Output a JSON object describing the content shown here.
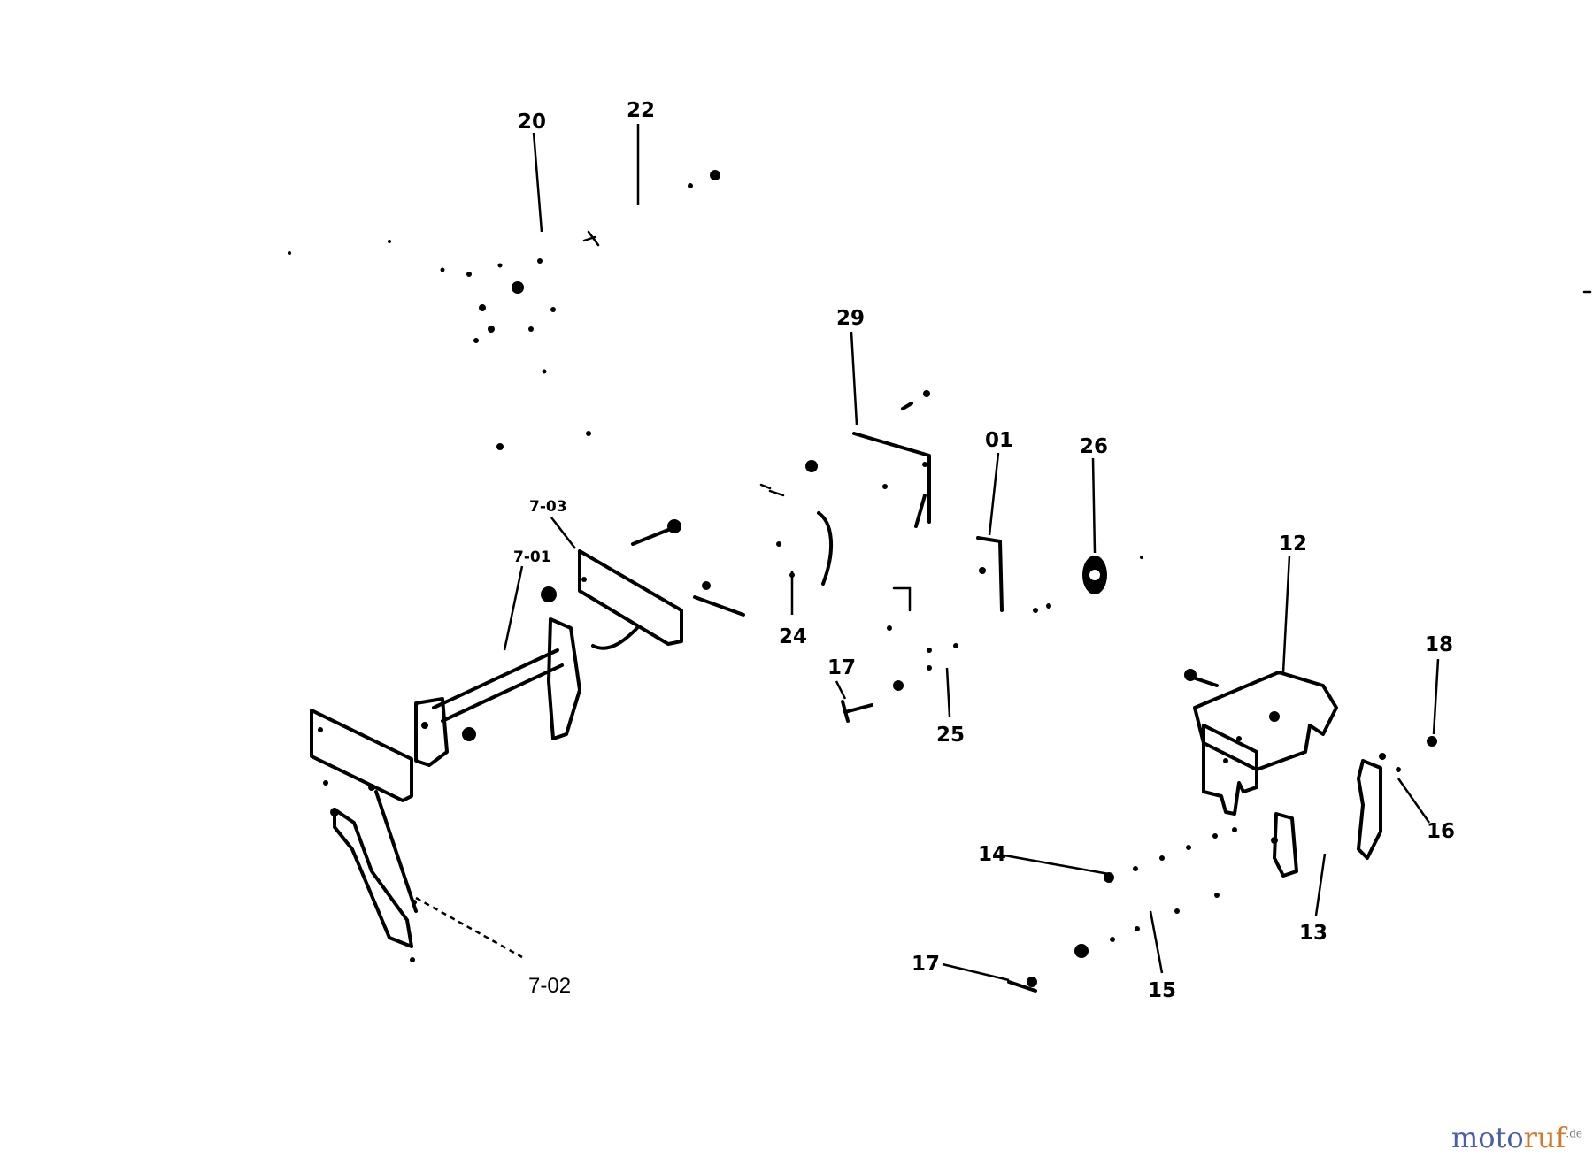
{
  "labels": {
    "l20": "20",
    "l22": "22",
    "l29": "29",
    "l01": "01",
    "l26": "26",
    "l703": "7-03",
    "l701": "7-01",
    "l24": "24",
    "l17a": "17",
    "l25": "25",
    "l12": "12",
    "l18": "18",
    "l16": "16",
    "l14": "14",
    "l13": "13",
    "l17b": "17",
    "l15": "15",
    "l702": "7-02"
  },
  "watermark": {
    "part1": "moto",
    "part2": "ruf",
    "tld": ".de"
  }
}
